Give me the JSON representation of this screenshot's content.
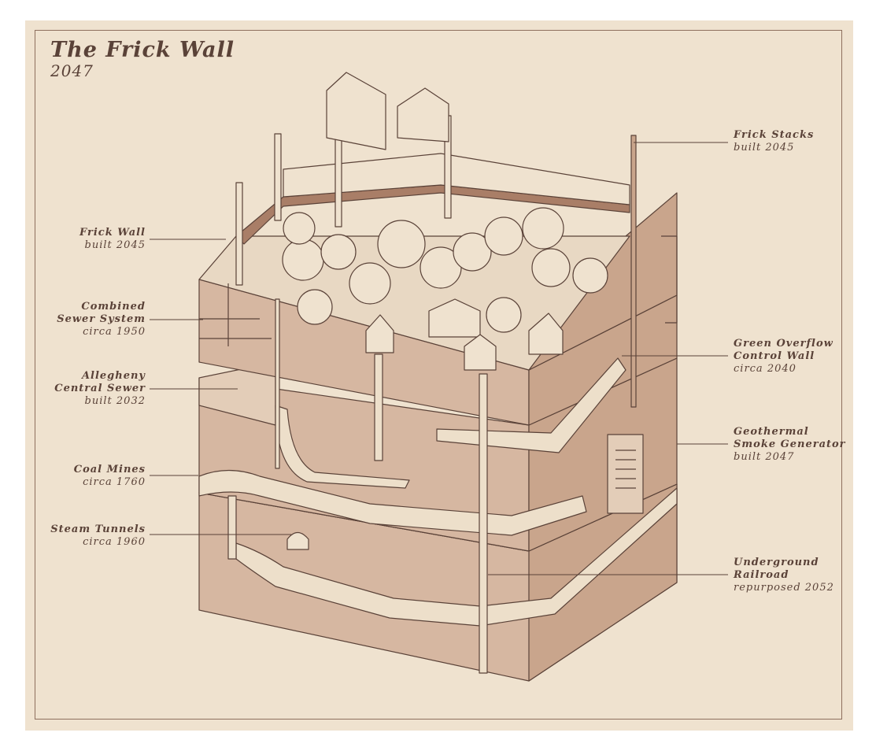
{
  "title": "The Frick Wall",
  "subtitle": "2047",
  "labels": {
    "frick_wall": {
      "name": "Frick Wall",
      "date": "built 2045"
    },
    "combined_sewer": {
      "name1": "Combined",
      "name2": "Sewer System",
      "date": "circa 1950"
    },
    "allegheny": {
      "name1": "Allegheny",
      "name2": "Central Sewer",
      "date": "built 2032"
    },
    "coal_mines": {
      "name": "Coal Mines",
      "date": "circa 1760"
    },
    "steam_tunnels": {
      "name": "Steam Tunnels",
      "date": "circa 1960"
    },
    "frick_stacks": {
      "name": "Frick Stacks",
      "date": "built 2045"
    },
    "green_overflow": {
      "name1": "Green Overflow",
      "name2": "Control Wall",
      "date": "circa 2040"
    },
    "geothermal": {
      "name1": "Geothermal",
      "name2": "Smoke Generator",
      "date": "built 2047"
    },
    "underground_railroad": {
      "name1": "Underground",
      "name2": "Railroad",
      "date": "repurposed 2052"
    }
  },
  "colors": {
    "background": "#efe2cf",
    "ink": "#5a4238",
    "block_front": "#d6b7a1",
    "block_side": "#c9a58c",
    "tunnel": "#eddfca"
  }
}
